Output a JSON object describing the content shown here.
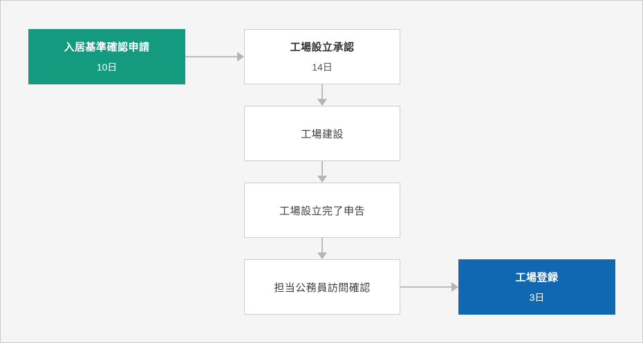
{
  "flow": {
    "steps": [
      {
        "label": "入居基準確認申請",
        "duration": "10日"
      },
      {
        "label": "工場設立承認",
        "duration": "14日"
      },
      {
        "label": "工場建設"
      },
      {
        "label": "工場設立完了申告"
      },
      {
        "label": "担当公務員訪問確認"
      },
      {
        "label": "工場登録",
        "duration": "3日"
      }
    ],
    "colors": {
      "start_step_background": "#149a7e",
      "end_step_background": "#1168b2",
      "process_step_background": "#ffffff",
      "process_step_border": "#cbcbcb",
      "canvas_background": "#f5f5f5",
      "canvas_border": "#c9c9c9",
      "arrow": "#b5b5b5",
      "step_text_dark": "#333333",
      "step_text_light": "#ffffff"
    }
  }
}
